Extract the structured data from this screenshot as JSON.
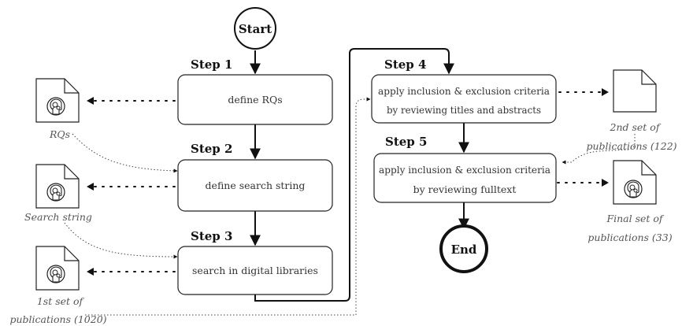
{
  "terminals": {
    "start": "Start",
    "end": "End"
  },
  "steps": [
    {
      "label": "Step 1",
      "lines": [
        "define RQs"
      ]
    },
    {
      "label": "Step 2",
      "lines": [
        "define search string"
      ]
    },
    {
      "label": "Step 3",
      "lines": [
        "search in digital libraries"
      ]
    },
    {
      "label": "Step 4",
      "lines": [
        "apply inclusion & exclusion criteria",
        "by reviewing titles and abstracts"
      ]
    },
    {
      "label": "Step 5",
      "lines": [
        "apply inclusion & exclusion criteria",
        "by reviewing fulltext"
      ]
    }
  ],
  "documents": [
    {
      "icon": "head-document-icon",
      "caption": [
        "RQs"
      ]
    },
    {
      "icon": "head-document-icon",
      "caption": [
        "Search string"
      ]
    },
    {
      "icon": "head-document-icon",
      "caption": [
        "1st set of",
        "publications (1020)"
      ]
    },
    {
      "icon": "blank-document-icon",
      "caption": [
        "2nd set of",
        "publications (122)"
      ]
    },
    {
      "icon": "head-document-icon",
      "caption": [
        "Final set of",
        "publications (33)"
      ]
    }
  ],
  "colors": {
    "line": "#111111",
    "box_border": "#222222",
    "text": "#333333",
    "caption": "#555555"
  }
}
